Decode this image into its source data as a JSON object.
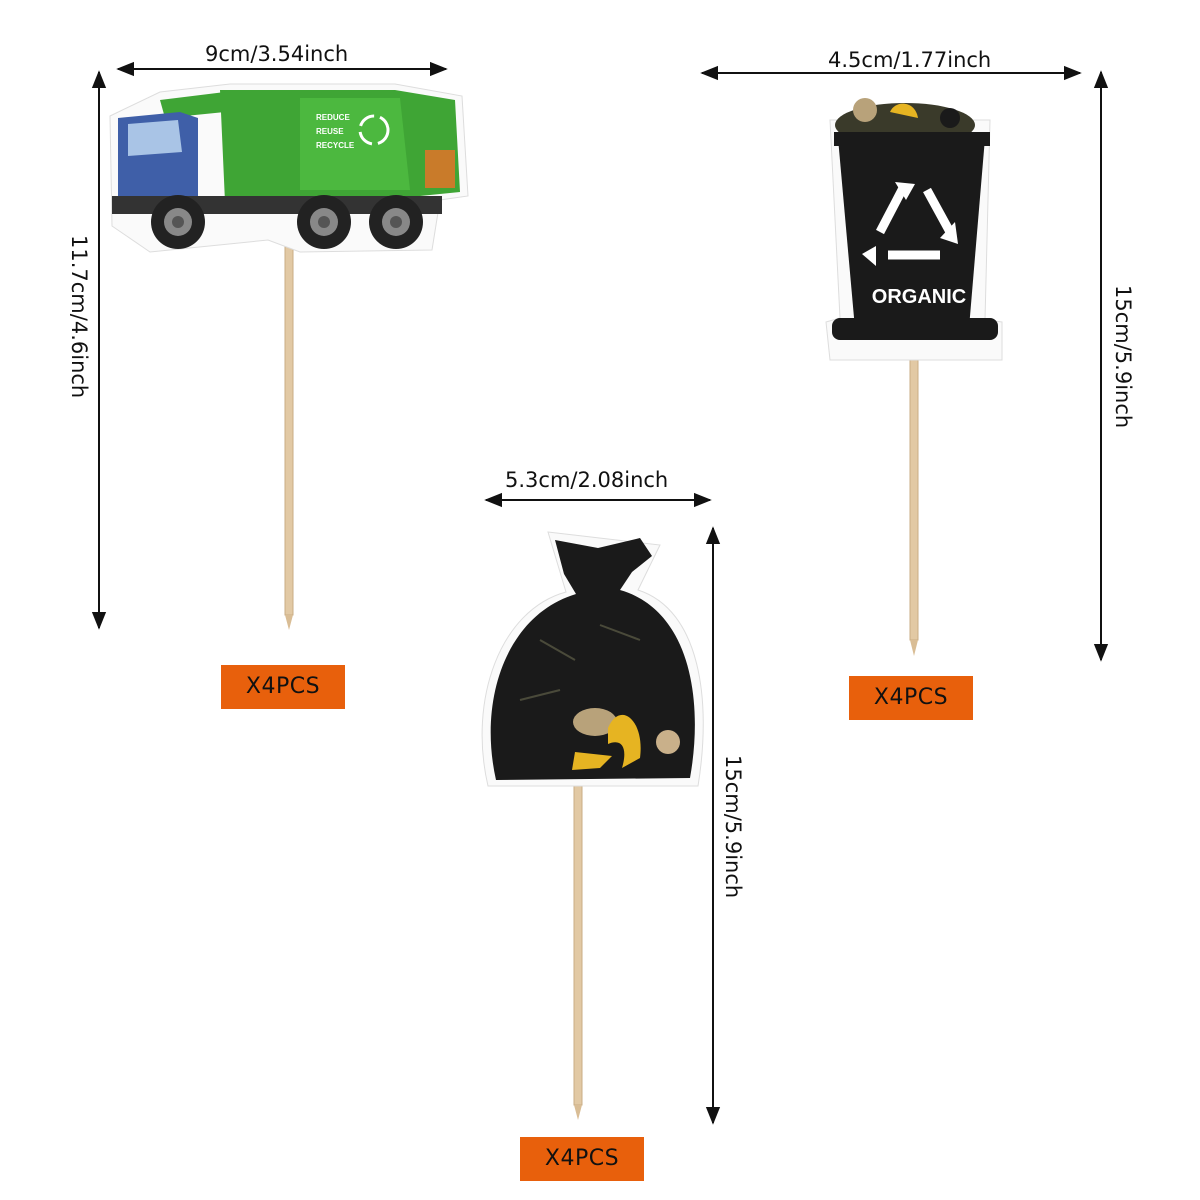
{
  "truck": {
    "width_label": "9cm/3.54inch",
    "height_label": "11.7cm/4.6inch",
    "panel_text": [
      "REDUCE",
      "REUSE",
      "RECYCLE"
    ],
    "quantity": "X4PCS"
  },
  "bin": {
    "width_label": "4.5cm/1.77inch",
    "height_label": "15cm/5.9inch",
    "bin_text": "ORGANIC",
    "quantity": "X4PCS"
  },
  "bag": {
    "width_label": "5.3cm/2.08inch",
    "height_label": "15cm/5.9inch",
    "quantity": "X4PCS"
  },
  "colors": {
    "badge": "#e8600c",
    "truck_green": "#3fa535",
    "truck_cab": "#3f5fa8",
    "pick": "#e2c9a4",
    "black": "#1a1a1a"
  },
  "icons": [
    "garbage-truck-icon",
    "recycling-bin-icon",
    "trash-bag-icon",
    "recycle-icon"
  ]
}
